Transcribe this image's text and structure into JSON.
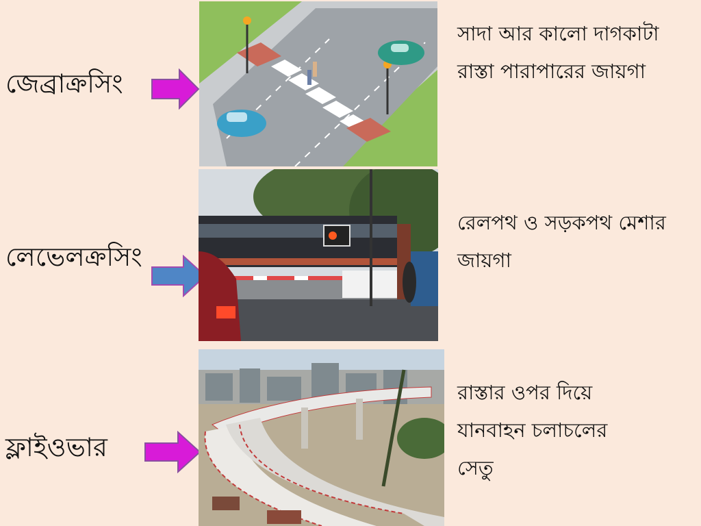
{
  "rows": [
    {
      "term": "জেব্রাক্রসিং",
      "arrow_color": "#d81bd8",
      "description_lines": [
        "সাদা আর কালো দাগকাটা",
        "রাস্তা পারাপারের জায়গা"
      ],
      "image": "zebra-crossing-illustration"
    },
    {
      "term": "লেভেলক্রসিং",
      "arrow_color": "#4f86c6",
      "description_lines": [
        "রেলপথ ও সড়কপথ মেশার",
        "জায়গা"
      ],
      "image": "level-crossing-photo"
    },
    {
      "term": "ফ্লাইওভার",
      "arrow_color": "#d81bd8",
      "description_lines": [
        "রাস্তার ওপর দিয়ে",
        "যানবাহন চলাচলের",
        "সেতু"
      ],
      "image": "flyover-photo"
    }
  ],
  "colors": {
    "background": "#fbe9dc",
    "arrow_outline": "#8a4fa0"
  }
}
